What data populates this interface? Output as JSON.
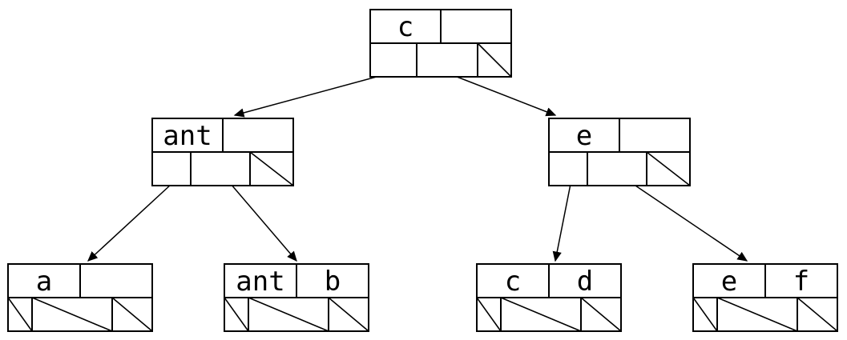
{
  "figure": {
    "type": "b-tree-diagram",
    "colors": {
      "line": "#000000",
      "background": "#ffffff"
    },
    "nodes": {
      "root": {
        "level": "root",
        "keys": [
          "c",
          ""
        ],
        "pointers": [
          "child",
          "child",
          "null"
        ]
      },
      "internal_left": {
        "level": "internal",
        "keys": [
          "ant",
          ""
        ],
        "pointers": [
          "child",
          "child",
          "null"
        ]
      },
      "internal_right": {
        "level": "internal",
        "keys": [
          "e",
          ""
        ],
        "pointers": [
          "child",
          "child",
          "null"
        ]
      },
      "leaf_1": {
        "level": "leaf",
        "keys": [
          "a",
          ""
        ],
        "pointers": [
          "null",
          "null",
          "null"
        ]
      },
      "leaf_2": {
        "level": "leaf",
        "keys": [
          "ant",
          "b"
        ],
        "pointers": [
          "null",
          "null",
          "null"
        ]
      },
      "leaf_3": {
        "level": "leaf",
        "keys": [
          "c",
          "d"
        ],
        "pointers": [
          "null",
          "null",
          "null"
        ]
      },
      "leaf_4": {
        "level": "leaf",
        "keys": [
          "e",
          "f"
        ],
        "pointers": [
          "null",
          "null",
          "null"
        ]
      }
    },
    "edges": [
      {
        "from": "root",
        "to": "internal_left"
      },
      {
        "from": "root",
        "to": "internal_right"
      },
      {
        "from": "internal_left",
        "to": "leaf_1"
      },
      {
        "from": "internal_left",
        "to": "leaf_2"
      },
      {
        "from": "internal_right",
        "to": "leaf_3"
      },
      {
        "from": "internal_right",
        "to": "leaf_4"
      }
    ]
  }
}
